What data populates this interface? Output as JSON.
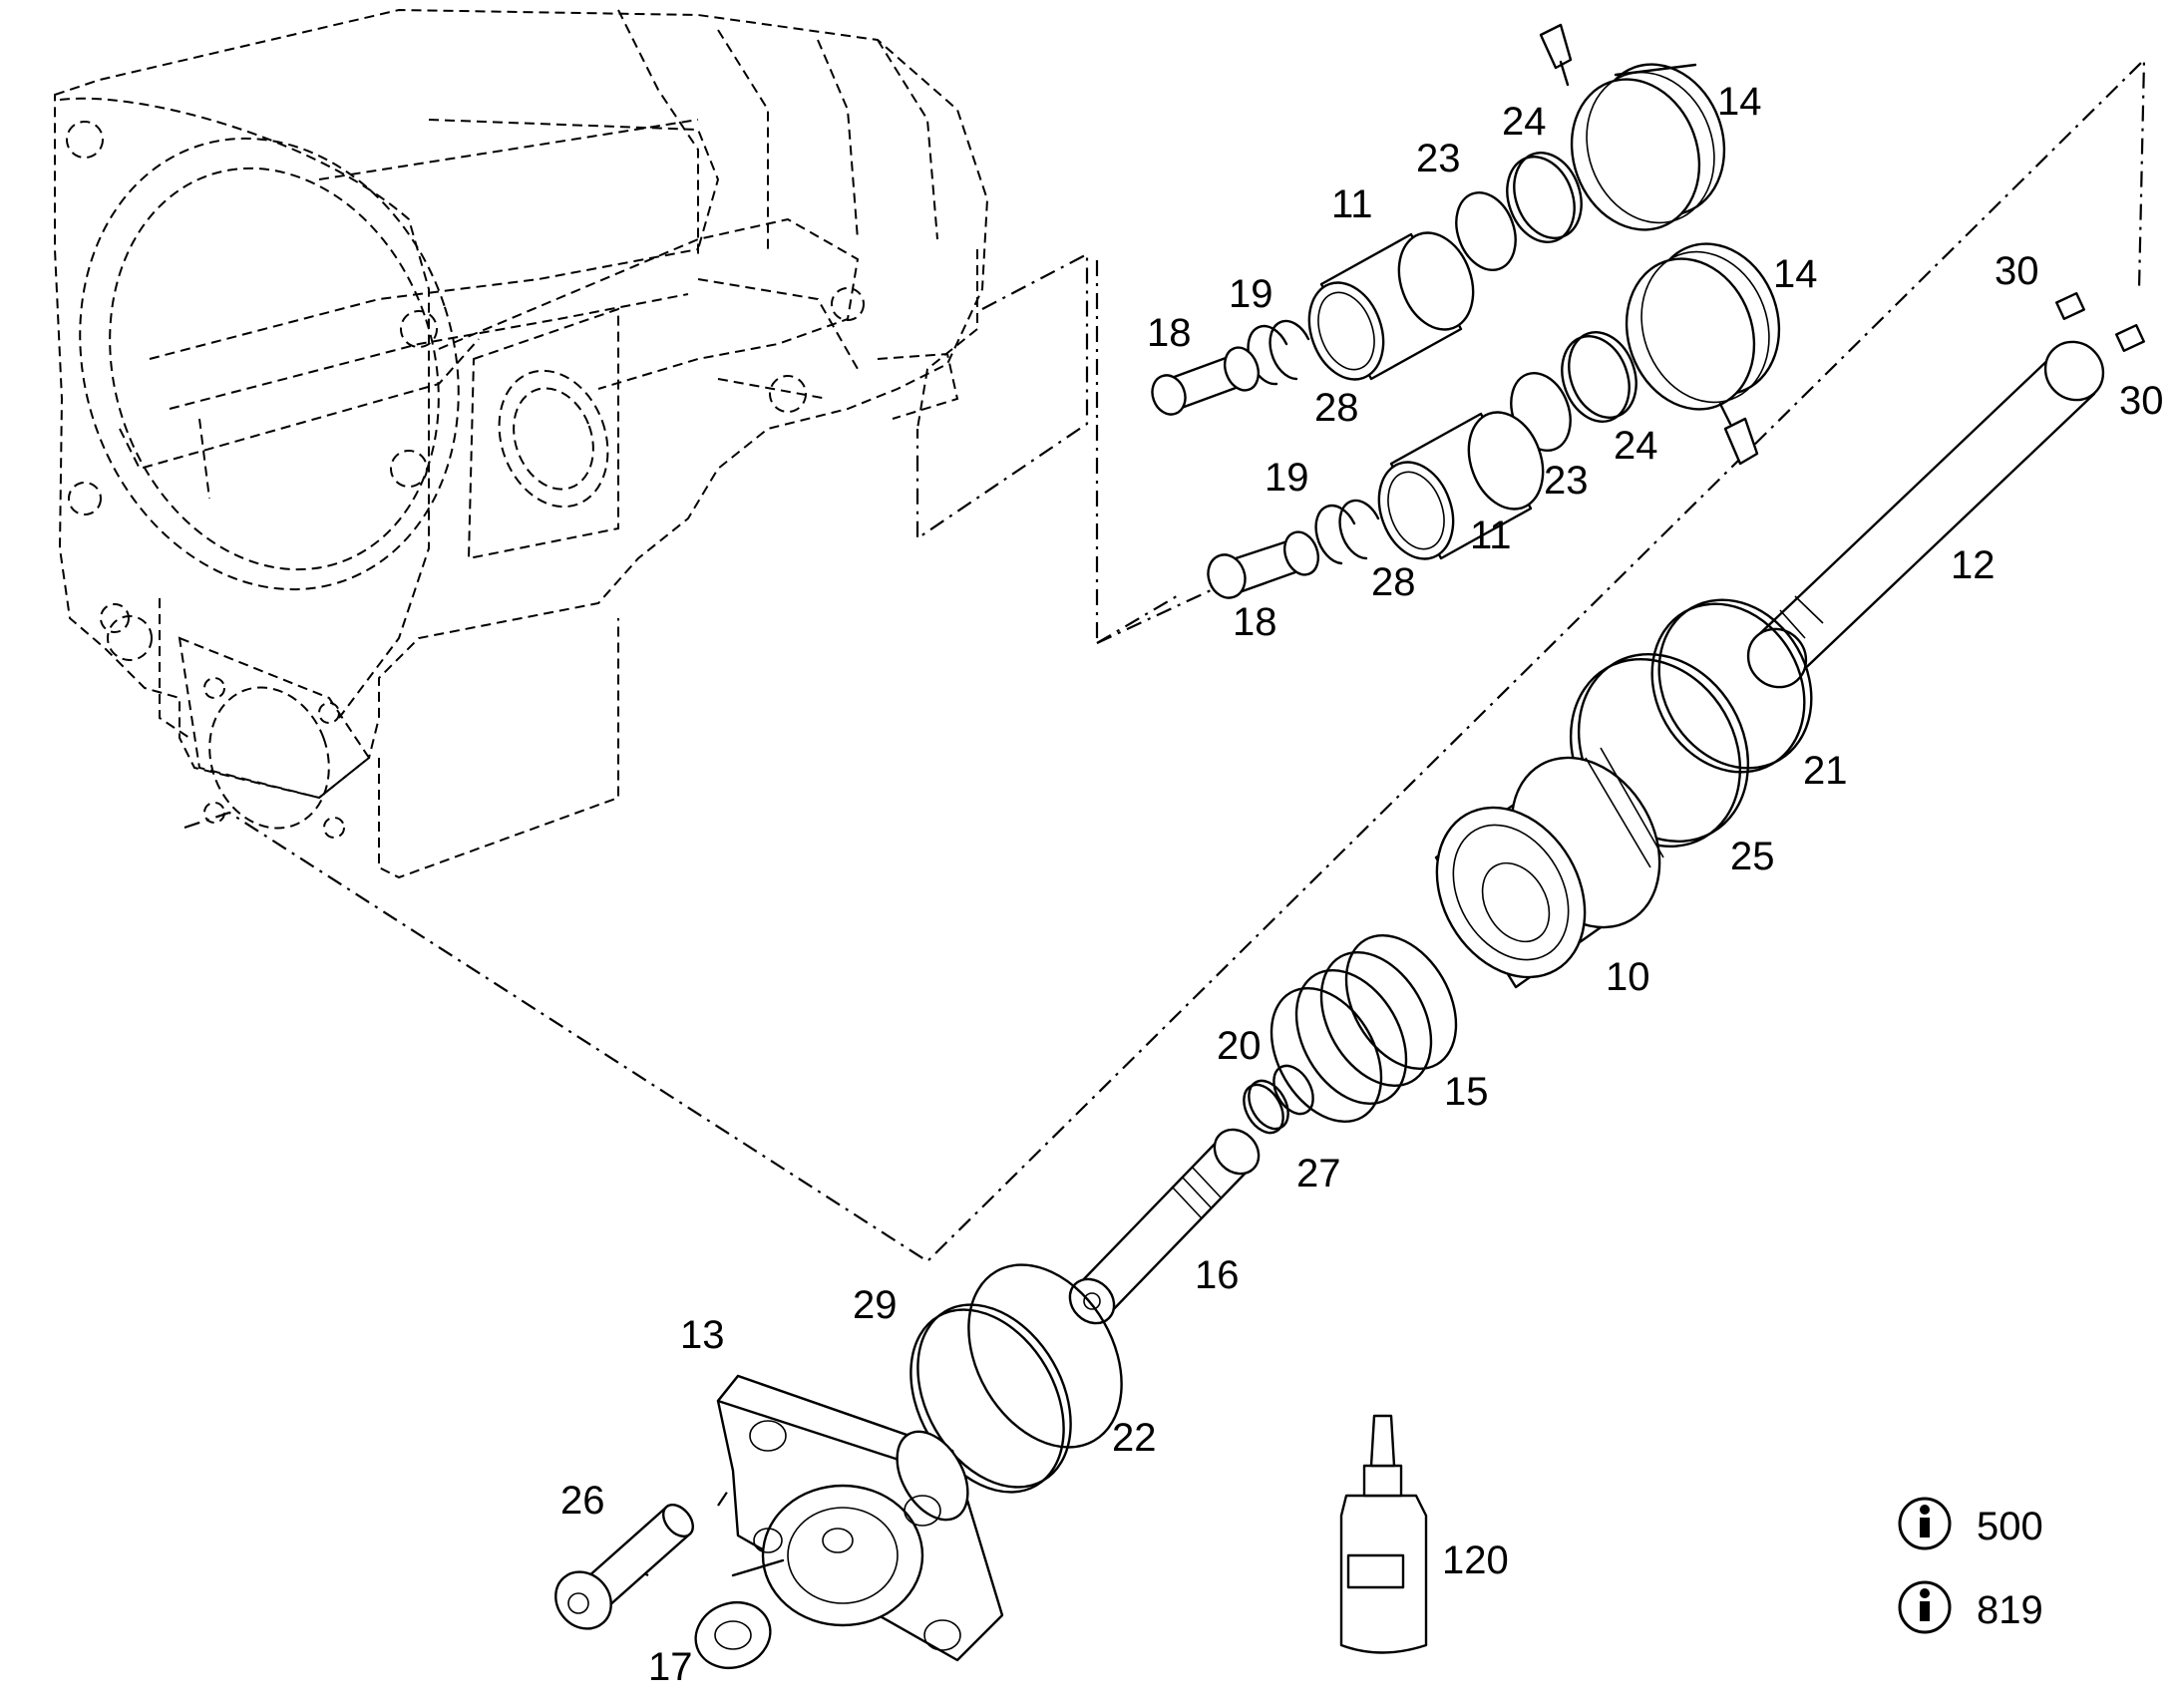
{
  "callouts": {
    "c10": "10",
    "c11a": "11",
    "c11b": "11",
    "c12": "12",
    "c13": "13",
    "c14a": "14",
    "c14b": "14",
    "c15": "15",
    "c16": "16",
    "c17": "17",
    "c18a": "18",
    "c18b": "18",
    "c19a": "19",
    "c19b": "19",
    "c20": "20",
    "c21": "21",
    "c22": "22",
    "c23a": "23",
    "c23b": "23",
    "c24a": "24",
    "c24b": "24",
    "c25": "25",
    "c26": "26",
    "c27": "27",
    "c28a": "28",
    "c28b": "28",
    "c29": "29",
    "c30a": "30",
    "c30b": "30",
    "c120": "120"
  },
  "info_refs": {
    "ref1": "500",
    "ref2": "819",
    "icon": "info-icon"
  }
}
